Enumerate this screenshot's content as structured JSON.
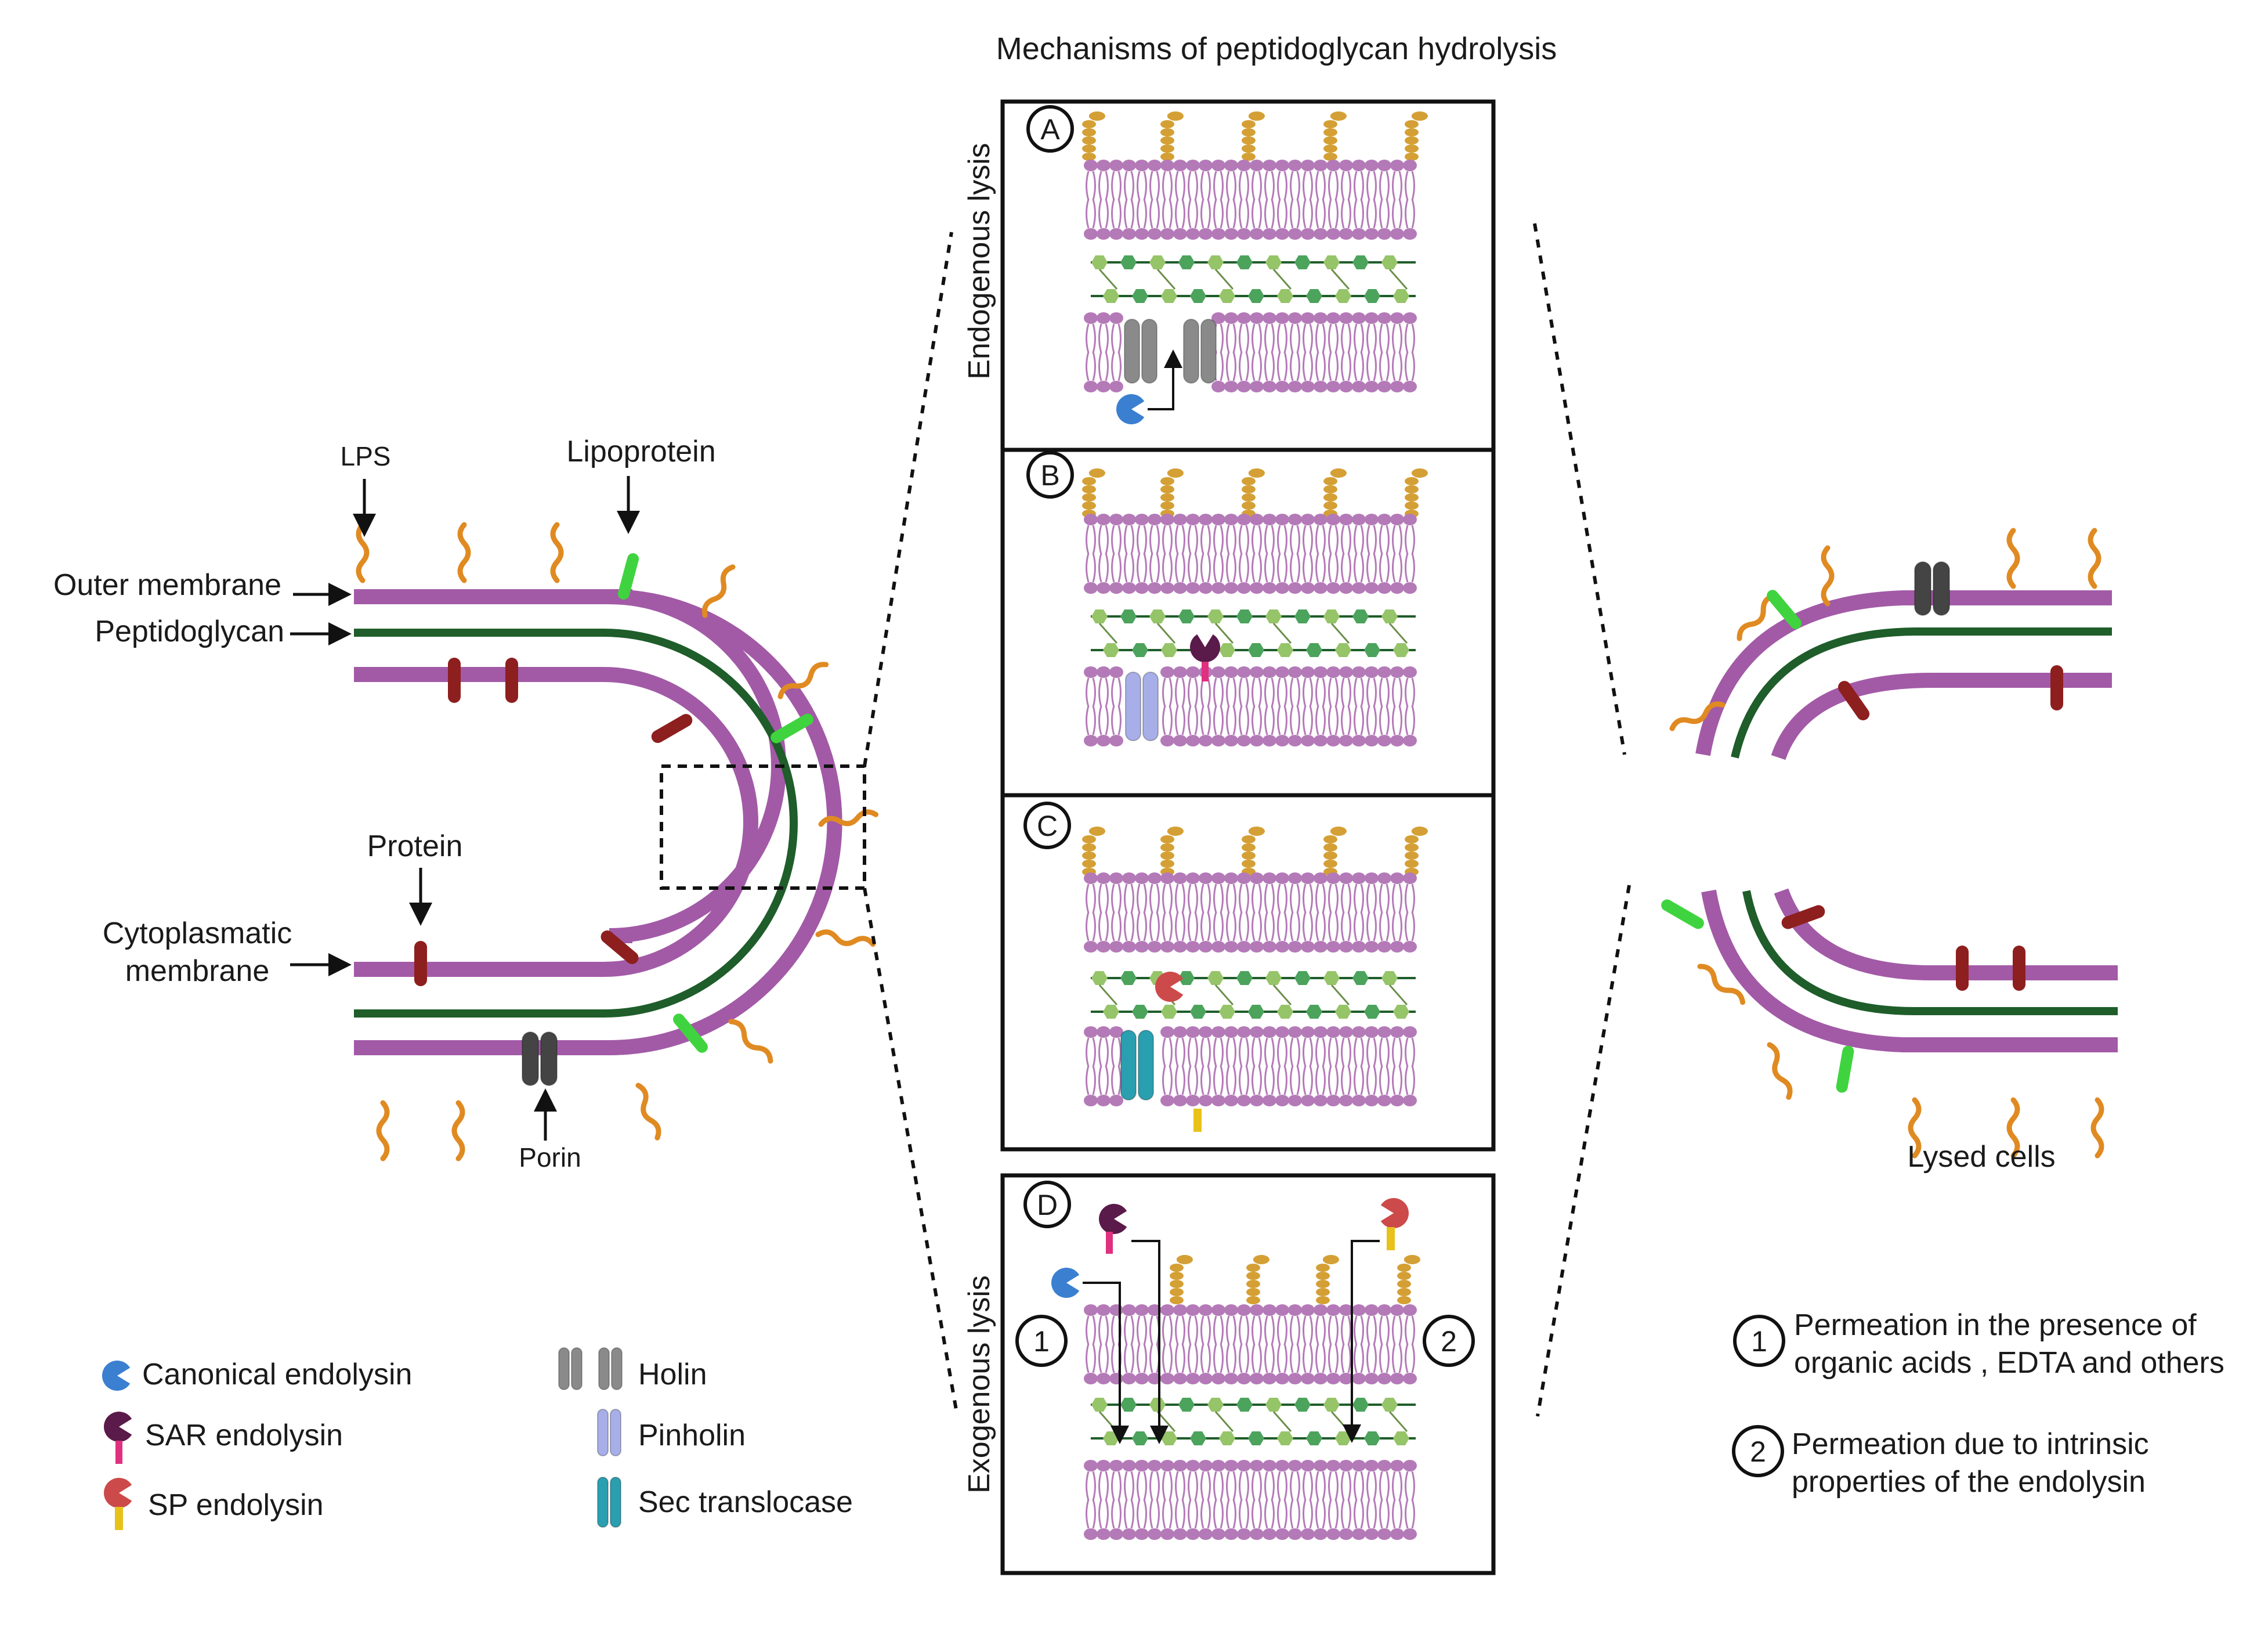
{
  "title": "Mechanisms of peptidoglycan hydrolysis",
  "envelope_labels": {
    "lps": "LPS",
    "lipoprotein": "Lipoprotein",
    "outer_membrane": "Outer membrane",
    "peptidoglycan": "Peptidoglycan",
    "protein": "Protein",
    "cytoplasmic_line1": "Cytoplasmatic",
    "cytoplasmic_line2": "membrane",
    "porin": "Porin"
  },
  "panels": {
    "a": "A",
    "b": "B",
    "c": "C",
    "d": "D"
  },
  "side_labels": {
    "endogenous": "Endogenous lysis",
    "exogenous": "Exogenous lysis"
  },
  "route_markers": {
    "one": "1",
    "two": "2"
  },
  "lysed_label": "Lysed cells",
  "legend": {
    "canonical": "Canonical endolysin",
    "sar": "SAR endolysin",
    "sp": "SP endolysin",
    "holin": "Holin",
    "pinholin": "Pinholin",
    "sec": "Sec translocase"
  },
  "notes": {
    "one_line1": "Permeation in the presence of",
    "one_line2": "organic acids , EDTA and others",
    "two_line1": "Permeation due to intrinsic",
    "two_line2": "properties of the endolysin"
  },
  "colors": {
    "membrane": "#a25aa6",
    "lipid": "#b47ab8",
    "peptidoglycan": "#1f5d2a",
    "lps": "#e08a22",
    "lipoprotein": "#3fd43f",
    "protein": "#8e1f1f",
    "porin": "#444444",
    "canonical_endolysin": "#3b7fd1",
    "sar_endolysin": "#5a1a4a",
    "sar_anchor": "#e0307f",
    "sp_endolysin": "#cc4a4a",
    "sp_anchor": "#e8c21a",
    "holin": "#8a8a8a",
    "pinholin": "#a8aee8",
    "sec_translocase": "#2a9fb0",
    "pg_node_dark": "#4ca35c",
    "pg_node_light": "#96c468",
    "lipoprotein_layer": "#d4a035"
  }
}
